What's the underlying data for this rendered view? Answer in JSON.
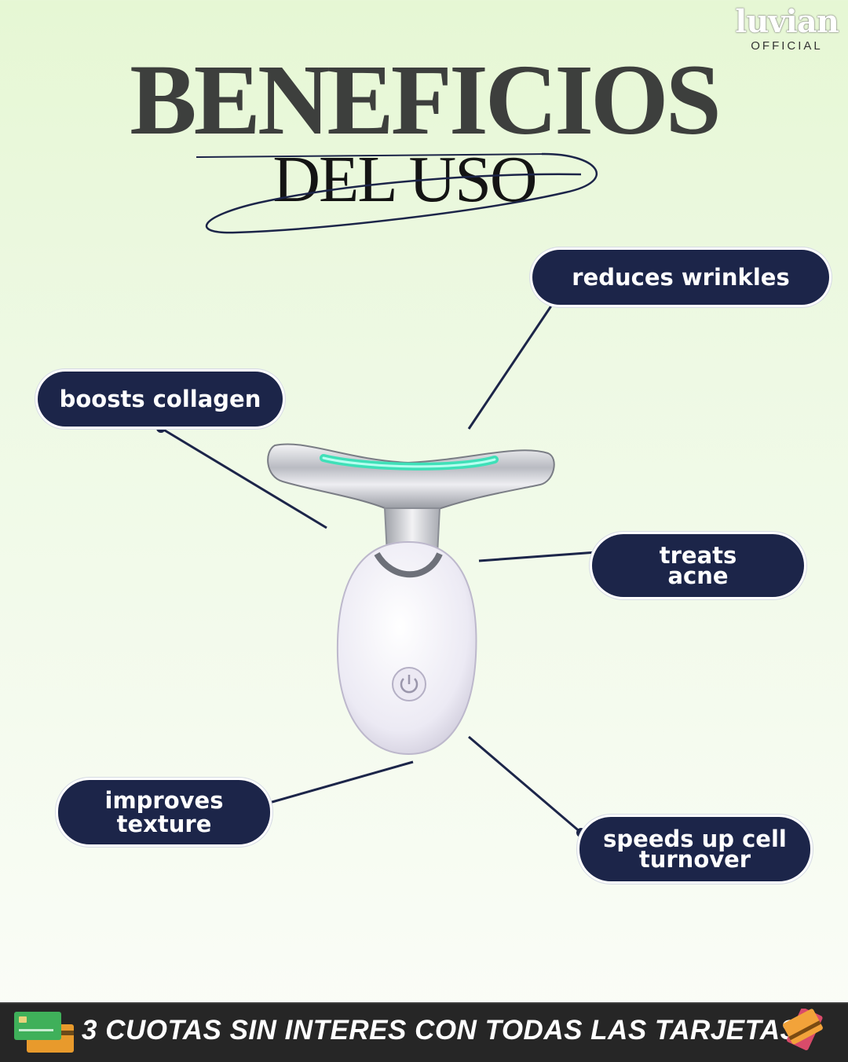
{
  "brand": {
    "name": "luvian",
    "sub": "OFFICIAL"
  },
  "heading": {
    "title": "BENEFICIOS",
    "subtitle": "DEL USO"
  },
  "benefits": [
    {
      "line1": "reduces wrinkles",
      "line2": ""
    },
    {
      "line1": "boosts collagen",
      "line2": ""
    },
    {
      "line1": "treats",
      "line2": "acne"
    },
    {
      "line1": "improves",
      "line2": "texture"
    },
    {
      "line1": "speeds up cell",
      "line2": "turnover"
    }
  ],
  "footer": {
    "text": "3 CUOTAS SIN INTERES CON TODAS LAS TARJETAS"
  },
  "icons": [
    "credit-card-icon",
    "cards-fan-icon",
    "power-icon"
  ],
  "colors": {
    "pill": "#1c2549",
    "title": "#3d3f3d",
    "footer": "#262626",
    "glow": "#3fe0b8"
  }
}
